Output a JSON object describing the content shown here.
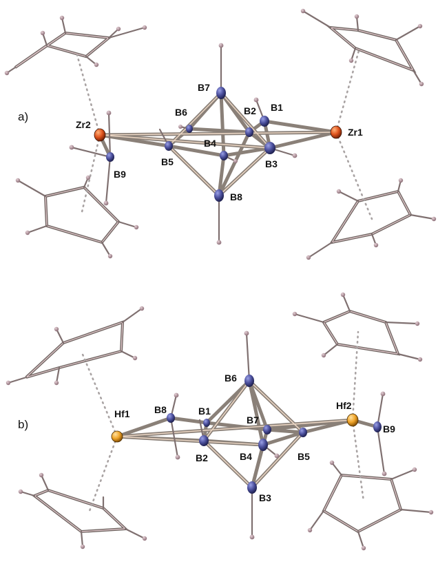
{
  "panels": [
    {
      "id": "a",
      "label": "a)",
      "atoms": {
        "B1": "B1",
        "B2": "B2",
        "B3": "B3",
        "B4": "B4",
        "B5": "B5",
        "B6": "B6",
        "B7": "B7",
        "B8": "B8",
        "B9": "B9",
        "M1": "Zr1",
        "M2": "Zr2"
      },
      "metal_color": "#e0541e"
    },
    {
      "id": "b",
      "label": "b)",
      "atoms": {
        "B1": "B1",
        "B2": "B2",
        "B3": "B3",
        "B4": "B4",
        "B5": "B5",
        "B6": "B6",
        "B7": "B7",
        "B8": "B8",
        "B9": "B9",
        "M1": "Hf1",
        "M2": "Hf2"
      },
      "metal_color": "#f0a52a"
    }
  ],
  "colors": {
    "boron": "#4b4f9c",
    "hydrogen": "#a98a92",
    "bond": "#8a8078"
  }
}
